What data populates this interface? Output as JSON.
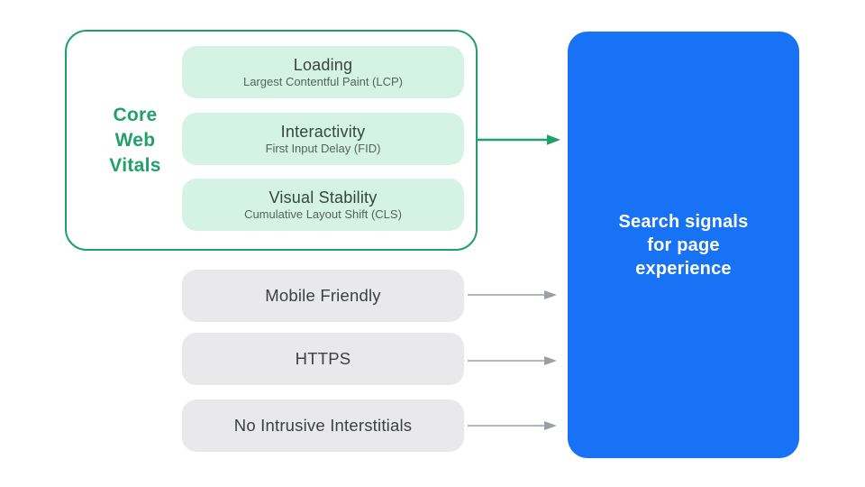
{
  "colors": {
    "green": "#21a06c",
    "mint": "#d5f3e4",
    "gray_pill": "#e9e9eb",
    "gray_arrow": "#9aa0a6",
    "blue": "#1772f6",
    "title_dark": "#36453f",
    "subtitle": "#54635d",
    "gray_text": "#3c4043",
    "white": "#ffffff"
  },
  "core_web_vitals": {
    "label": "Core Web Vitals",
    "label_lines": [
      "Core",
      "Web",
      "Vitals"
    ],
    "items": [
      {
        "title": "Loading",
        "subtitle": "Largest Contentful Paint (LCP)"
      },
      {
        "title": "Interactivity",
        "subtitle": "First Input Delay (FID)"
      },
      {
        "title": "Visual Stability",
        "subtitle": "Cumulative Layout Shift (CLS)"
      }
    ]
  },
  "other_signals": [
    {
      "label": "Mobile Friendly"
    },
    {
      "label": "HTTPS"
    },
    {
      "label": "No Intrusive Interstitials"
    }
  ],
  "result": {
    "label": "Search signals for page experience",
    "lines": [
      "Search signals",
      "for page",
      "experience"
    ]
  }
}
